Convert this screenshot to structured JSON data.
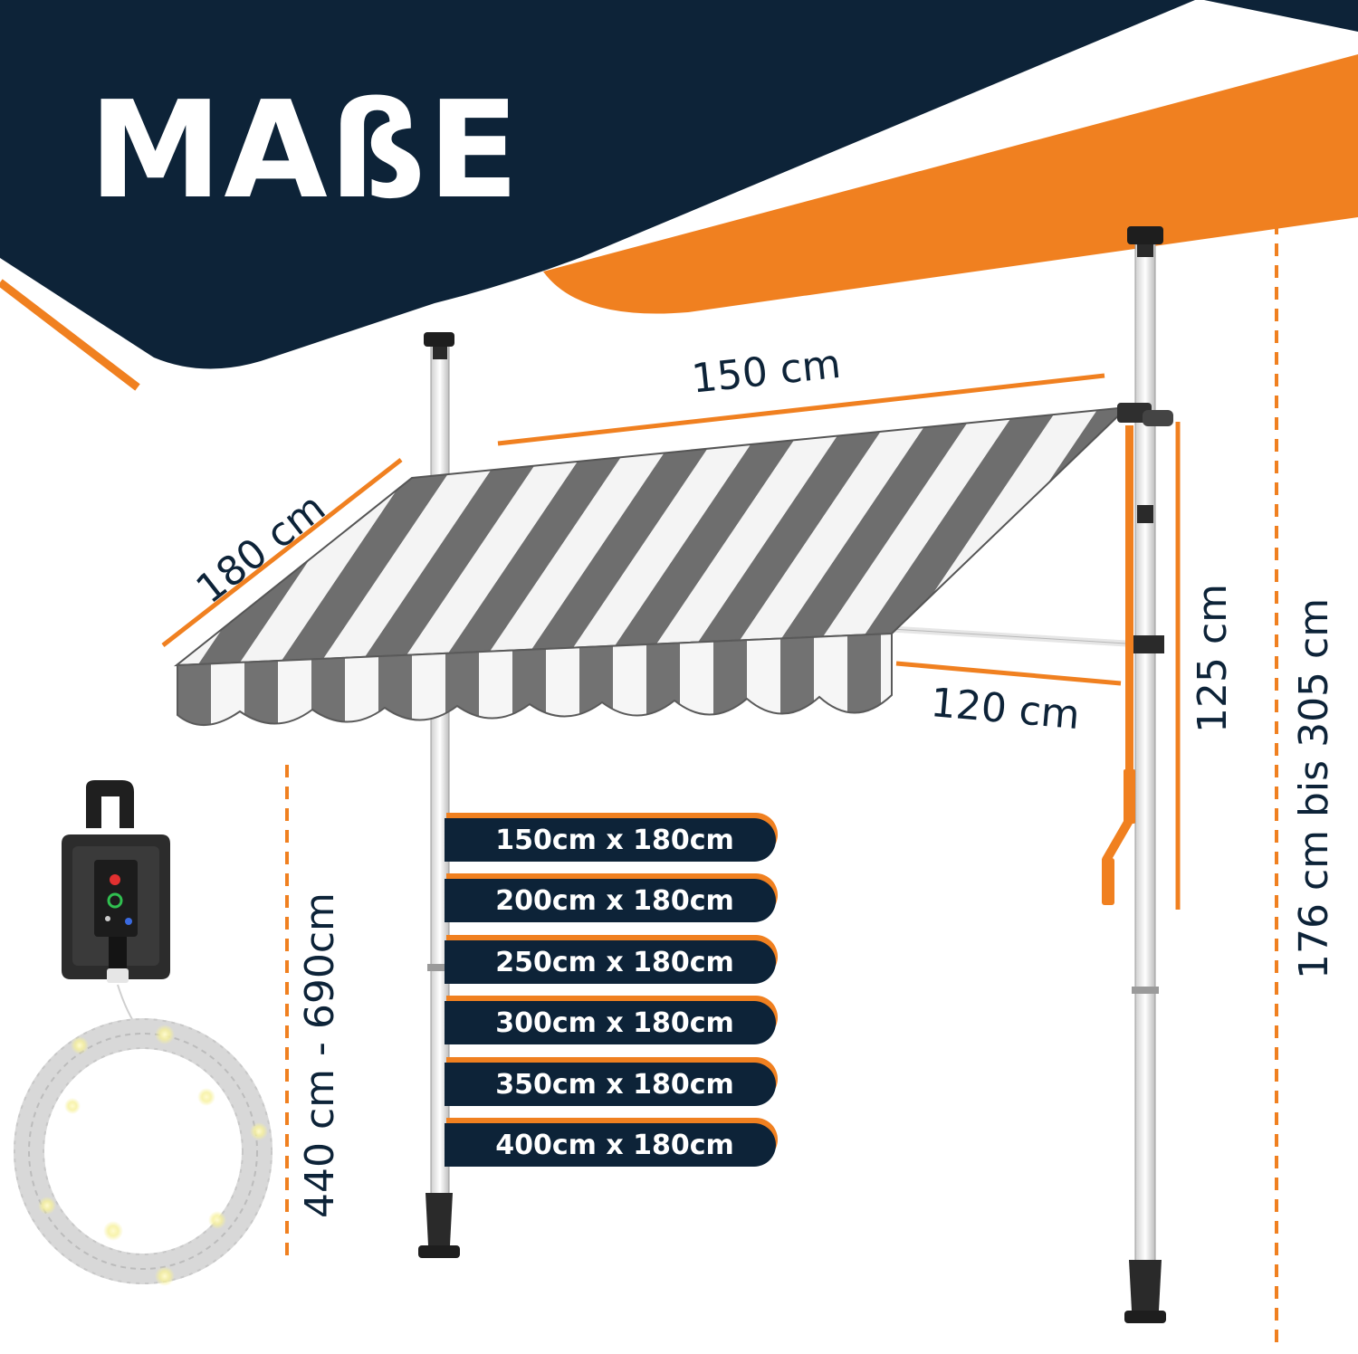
{
  "title": "MAßE",
  "dimensions": {
    "width": "150 cm",
    "projection": "180 cm",
    "arm": "120 cm",
    "height_clearance": "125 cm",
    "pole_range": "176 cm bis 305 cm",
    "light_length": "440 cm - 690cm"
  },
  "sizes": [
    "150cm x 180cm",
    "200cm x 180cm",
    "250cm x 180cm",
    "300cm x 180cm",
    "350cm x 180cm",
    "400cm x 180cm"
  ],
  "colors": {
    "navy": "#0d2338",
    "orange": "#f08020",
    "stripe_gray": "#6e6e6e",
    "stripe_white": "#f4f4f4"
  },
  "icons": [
    "led-controller-icon",
    "led-string-light-icon",
    "telescopic-pole-icon",
    "crank-handle-icon"
  ]
}
